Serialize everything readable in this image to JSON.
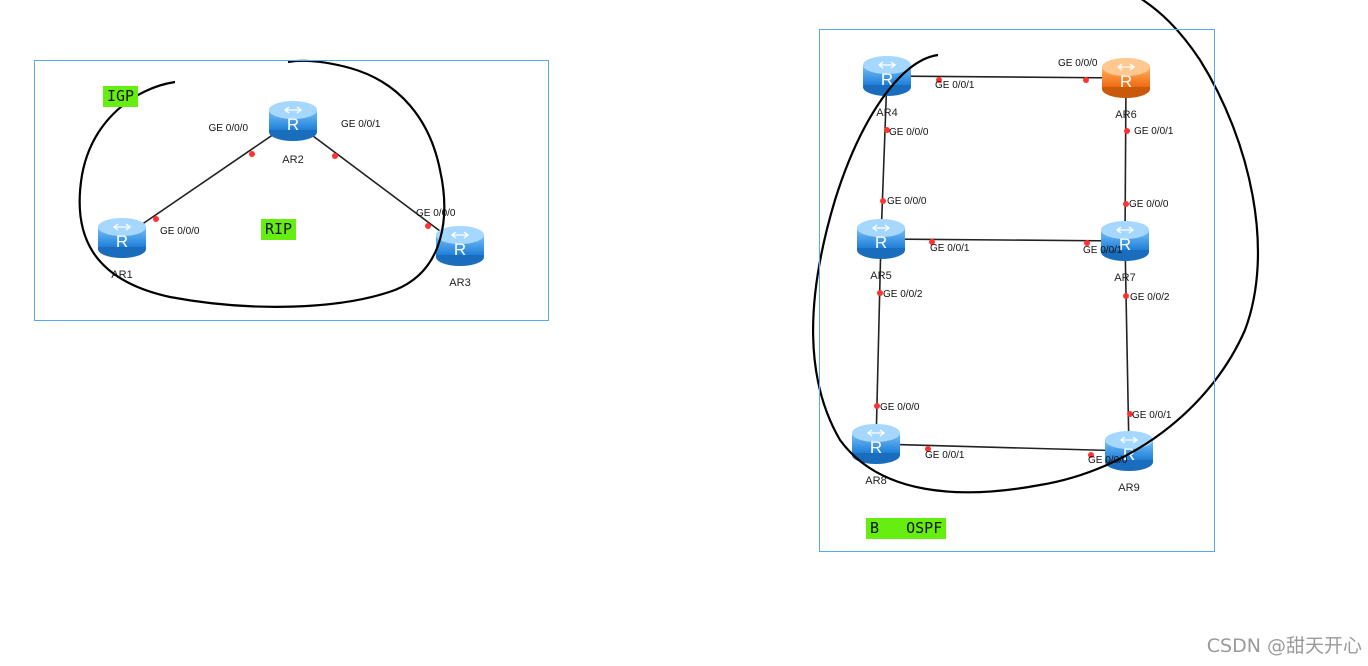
{
  "left_topology": {
    "tag_igp": "IGP",
    "tag_rip": "RIP",
    "routers": [
      {
        "id": "AR1",
        "label": "AR1",
        "color": "blue"
      },
      {
        "id": "AR2",
        "label": "AR2",
        "color": "blue"
      },
      {
        "id": "AR3",
        "label": "AR3",
        "color": "blue"
      }
    ],
    "links": [
      {
        "a": "AR1",
        "b": "AR2",
        "a_port": "GE 0/0/0",
        "b_port": "GE 0/0/0"
      },
      {
        "a": "AR2",
        "b": "AR3",
        "a_port": "GE 0/0/1",
        "b_port": "GE 0/0/0"
      }
    ]
  },
  "right_topology": {
    "tag": "B   OSPF",
    "routers": [
      {
        "id": "AR4",
        "label": "AR4",
        "color": "blue"
      },
      {
        "id": "AR6",
        "label": "AR6",
        "color": "orange"
      },
      {
        "id": "AR5",
        "label": "AR5",
        "color": "blue"
      },
      {
        "id": "AR7",
        "label": "AR7",
        "color": "blue"
      },
      {
        "id": "AR8",
        "label": "AR8",
        "color": "blue"
      },
      {
        "id": "AR9",
        "label": "AR9",
        "color": "blue"
      }
    ],
    "links": [
      {
        "a": "AR4",
        "b": "AR6",
        "a_port": "GE 0/0/1",
        "b_port": "GE 0/0/0"
      },
      {
        "a": "AR4",
        "b": "AR5",
        "a_port": "GE 0/0/0",
        "b_port": "GE 0/0/0"
      },
      {
        "a": "AR6",
        "b": "AR7",
        "a_port": "GE 0/0/1",
        "b_port": "GE 0/0/0"
      },
      {
        "a": "AR5",
        "b": "AR7",
        "a_port": "GE 0/0/1",
        "b_port": "GE 0/0/1"
      },
      {
        "a": "AR5",
        "b": "AR8",
        "a_port": "GE 0/0/2",
        "b_port": "GE 0/0/0"
      },
      {
        "a": "AR7",
        "b": "AR9",
        "a_port": "GE 0/0/2",
        "b_port": "GE 0/0/1"
      },
      {
        "a": "AR8",
        "b": "AR9",
        "a_port": "GE 0/0/1",
        "b_port": "GE 0/0/0"
      }
    ]
  },
  "watermark": "CSDN @甜天开心",
  "colors": {
    "router_blue": "#2f8fe0",
    "router_orange": "#f47a1e",
    "area_border": "#5aa9f0",
    "tag_bg": "#66ee11",
    "link": "#222222",
    "port_dot": "#ff3333",
    "annotation": "#000000"
  }
}
